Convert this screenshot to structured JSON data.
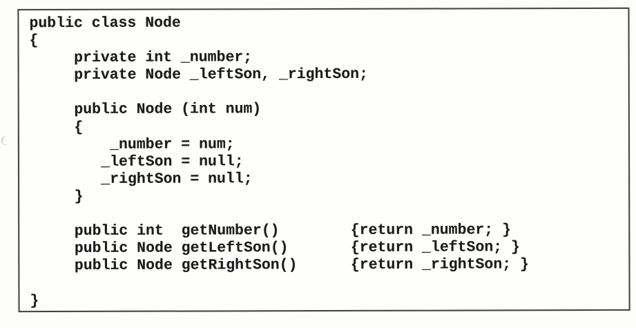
{
  "colors": {
    "paper": "#fdfdfc",
    "ink": "#1c1c1c",
    "frame_border": "#424242"
  },
  "code_box": {
    "lines": [
      "public class Node",
      "{",
      "     private int _number;",
      "     private Node _leftSon, _rightSon;",
      "",
      "     public Node (int num)",
      "     {",
      "         _number = num;",
      "        _leftSon = null;",
      "        _rightSon = null;",
      "     }",
      "",
      "     public int  getNumber()        {return _number; }",
      "     public Node getLeftSon()       {return _leftSon; }",
      "     public Node getRightSon()      {return _rightSon; }",
      "",
      "}"
    ]
  }
}
